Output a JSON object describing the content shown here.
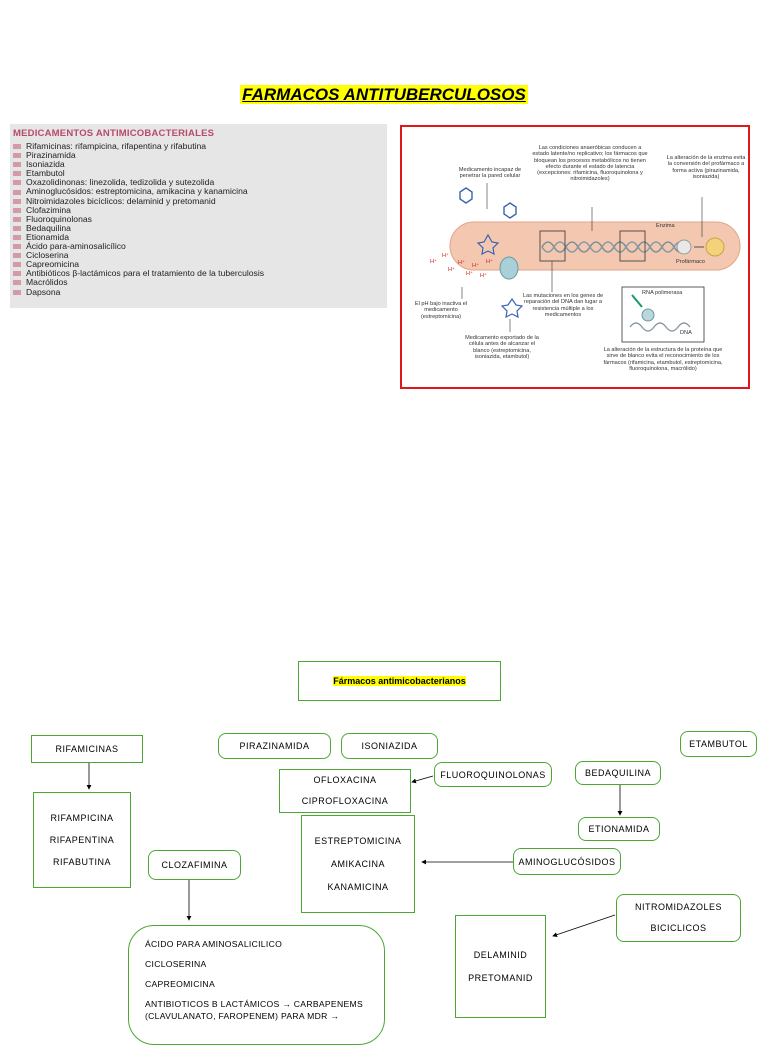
{
  "title": "FARMACOS ANTITUBERCULOSOS",
  "med_panel": {
    "heading": "MEDICAMENTOS ANTIMICOBACTERIALES",
    "items": [
      "Rifamicinas: rifampicina, rifapentina y rifabutina",
      "Pirazinamida",
      "Isoniazida",
      "Etambutol",
      "Oxazolidinonas: linezolida, tedizolida y sutezolida",
      "Aminoglucósidos: estreptomicina, amikacina y kanamicina",
      "Nitroimidazoles bicíclicos: delaminid y pretomanid",
      "Clofazimina",
      "Fluoroquinolonas",
      "Bedaquilina",
      "Etionamida",
      "Ácido para-aminosalicílico",
      "Cicloserina",
      "Capreomicina",
      "Antibióticos β-lactámicos para el tratamiento de la tuberculosis",
      "Macrólidos",
      "Dapsona"
    ]
  },
  "diagram": {
    "labels": {
      "anaerobic": "Las condiciones anaeróbicas conducen a estado latente/no replicativo; los fármacos que bloquean los procesos metabólicos no tienen efecto durante el estado de latencia (excepciones: rifamicina, fluoroquinolona y nitroimidazoles)",
      "cant_penetrate": "Medicamento incapaz de penetrar la pared celular",
      "enzyme_alteration": "La alteración de la enzima evita la conversión del profármaco a forma activa (pirazinamida, isoniazida)",
      "enzima": "Enzima",
      "profarmaco": "Profármaco",
      "ph": "El pH bajo inactiva el medicamento (estreptomicina)",
      "mutations": "Las mutaciones en los genes de reparación del DNA dan lugar a resistencia múltiple a los medicamentos",
      "rna_pol": "RNA polimerasa",
      "dna": "DNA",
      "exported": "Medicamento exportado de la célula antes de alcanzar el blanco (estreptomicina, isoniazida, etambutol)",
      "protein_alteration": "La alteración de la estructura de la proteína que sirve de blanco evita el reconocimiento de los fármacos (rifamicina, etambutol, estreptomicina, fluoroquinolona, macrólido)",
      "hplus": "H⁺"
    }
  },
  "flow": {
    "title": "Fármacos antimicobacterianos",
    "rifamicinas": "RIFAMICINAS",
    "rifamicinas_children": [
      "RIFAMPICINA",
      "RIFAPENTINA",
      "RIFABUTINA"
    ],
    "pirazinamida": "PIRAZINAMIDA",
    "isoniazida": "ISONIAZIDA",
    "etambutol": "ETAMBUTOL",
    "fluoroquinolonas": "FLUOROQUINOLONAS",
    "fluoro_children": [
      "OFLOXACINA",
      "CIPROFLOXACINA"
    ],
    "bedaquilina": "BEDAQUILINA",
    "etionamida": "ETIONAMIDA",
    "aminoglucosidos": "AMINOGLUCÓSIDOS",
    "amino_children": [
      "ESTREPTOMICINA",
      "AMIKACINA",
      "KANAMICINA"
    ],
    "clozafimina": "CLOZAFIMINA",
    "nitro": [
      "NITROMIDAZOLES",
      "BICICLICOS"
    ],
    "nitro_children": [
      "DELAMINID",
      "PRETOMANID"
    ],
    "big_box": [
      "ÁCIDO PARA AMINOSALICILICO",
      "CICLOSERINA",
      "CAPREOMICINA",
      "ANTIBIOTICOS B LACTÁMICOS → CARBAPENEMS",
      "(CLAVULANATO, FAROPENEM) PARA MDR →"
    ]
  }
}
